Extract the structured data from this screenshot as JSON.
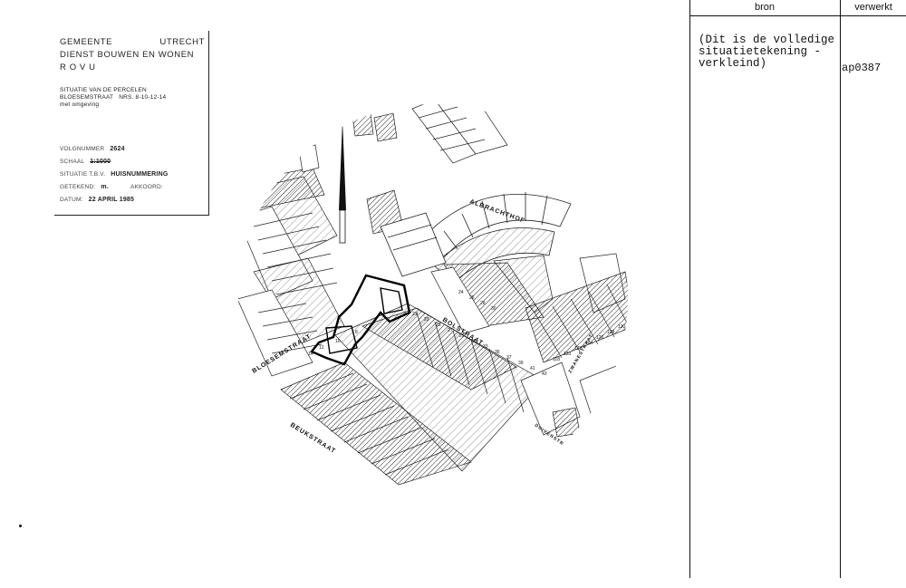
{
  "title_block": {
    "line1_left": "GEMEENTE",
    "line1_right": "UTRECHT",
    "line2": "DIENST BOUWEN EN WONEN",
    "line3": "R O V U",
    "situatie_label": "SITUATIE VAN DE PERCELEN",
    "street_label": "BLOESEMSTRAAT",
    "numbers_label": "NRS. 8-10-12-14",
    "omgeving_label": "met omgeving",
    "volgnummer_label": "VOLGNUMMER",
    "volgnummer_value": "2624",
    "schaal_label": "SCHAAL",
    "schaal_value": "1:1000",
    "situatie2_label": "SITUATIE T.B.V.",
    "situatie2_value": "HUISNUMMERING",
    "getekend_label": "GETEKEND:",
    "getekend_value": "m.",
    "akkoord_label": "AKKOORD:",
    "datum_label": "DATUM:",
    "datum_value": "22 APRIL 1985"
  },
  "map": {
    "streets": {
      "albrachthof": "ALBRACHTHOF",
      "bolstraat": "BOLSTRAAT",
      "bloesemstraat": "BLOESEMSTRAAT",
      "beukstraat": "BEUKSTRAAT",
      "zwanestraat": "ZWANESTRAAT",
      "duivenstraat": "DUIVENSTRAAT"
    },
    "house_numbers": [
      "8",
      "10",
      "12",
      "14",
      "21",
      "23",
      "25",
      "27",
      "29",
      "31",
      "33",
      "35",
      "37",
      "39",
      "41",
      "43",
      "24",
      "26",
      "28",
      "30",
      "118",
      "120",
      "122",
      "124",
      "126",
      "128",
      "130"
    ]
  },
  "table": {
    "col_bron": "bron",
    "col_verwerkt": "verwerkt",
    "bron_text": "(Dit is de volledige\nsituatietekening -\nverkleind)",
    "verwerkt_text": "ap0387"
  }
}
